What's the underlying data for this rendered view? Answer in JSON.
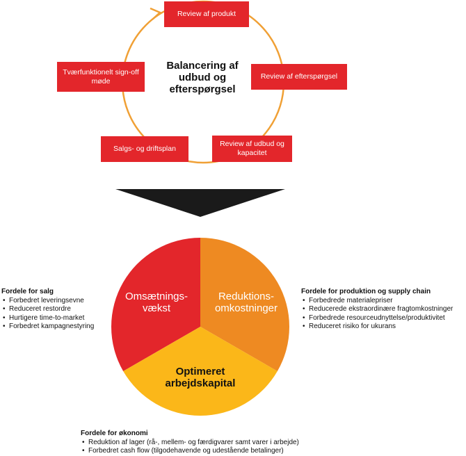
{
  "cycle": {
    "center_title": "Balancering af udbud og efterspørgsel",
    "steps": [
      "Review af produkt",
      "Review af efterspørgsel",
      "Review af udbud og kapacitet",
      "Salgs- og driftsplan",
      "Tværfunktionelt sign-off møde"
    ],
    "arrow_color": "#f0a035",
    "box_color": "#e3262b"
  },
  "pie": {
    "segments": [
      {
        "label": "Omsætnings-\nvækst",
        "color": "#e3262b"
      },
      {
        "label": "Reduktions-\nomkostninger",
        "color": "#ee8a22"
      },
      {
        "label": "Optimeret\narbejdskapital",
        "color": "#fbb719"
      }
    ]
  },
  "arrow_color": "#1a1a1a",
  "benefits": {
    "sales": {
      "title": "Fordele for salg",
      "items": [
        "Forbedret leveringsevne",
        "Reduceret restordre",
        "Hurtigere time-to-market",
        "Forbedret kampagnestyring"
      ]
    },
    "production": {
      "title": "Fordele for produktion og supply chain",
      "items": [
        "Forbedrede materialepriser",
        "Reducerede ekstraordinære fragtomkostninger",
        "Forbedrede resourceudnyttelse/produktivitet",
        "Reduceret risiko for ukurans"
      ]
    },
    "economy": {
      "title": "Fordele for økonomi",
      "items": [
        "Reduktion af lager (rå-, mellem- og færdigvarer samt varer i arbejde)",
        "Forbedret cash flow (tilgodehavende og udestående betalinger)"
      ]
    }
  }
}
